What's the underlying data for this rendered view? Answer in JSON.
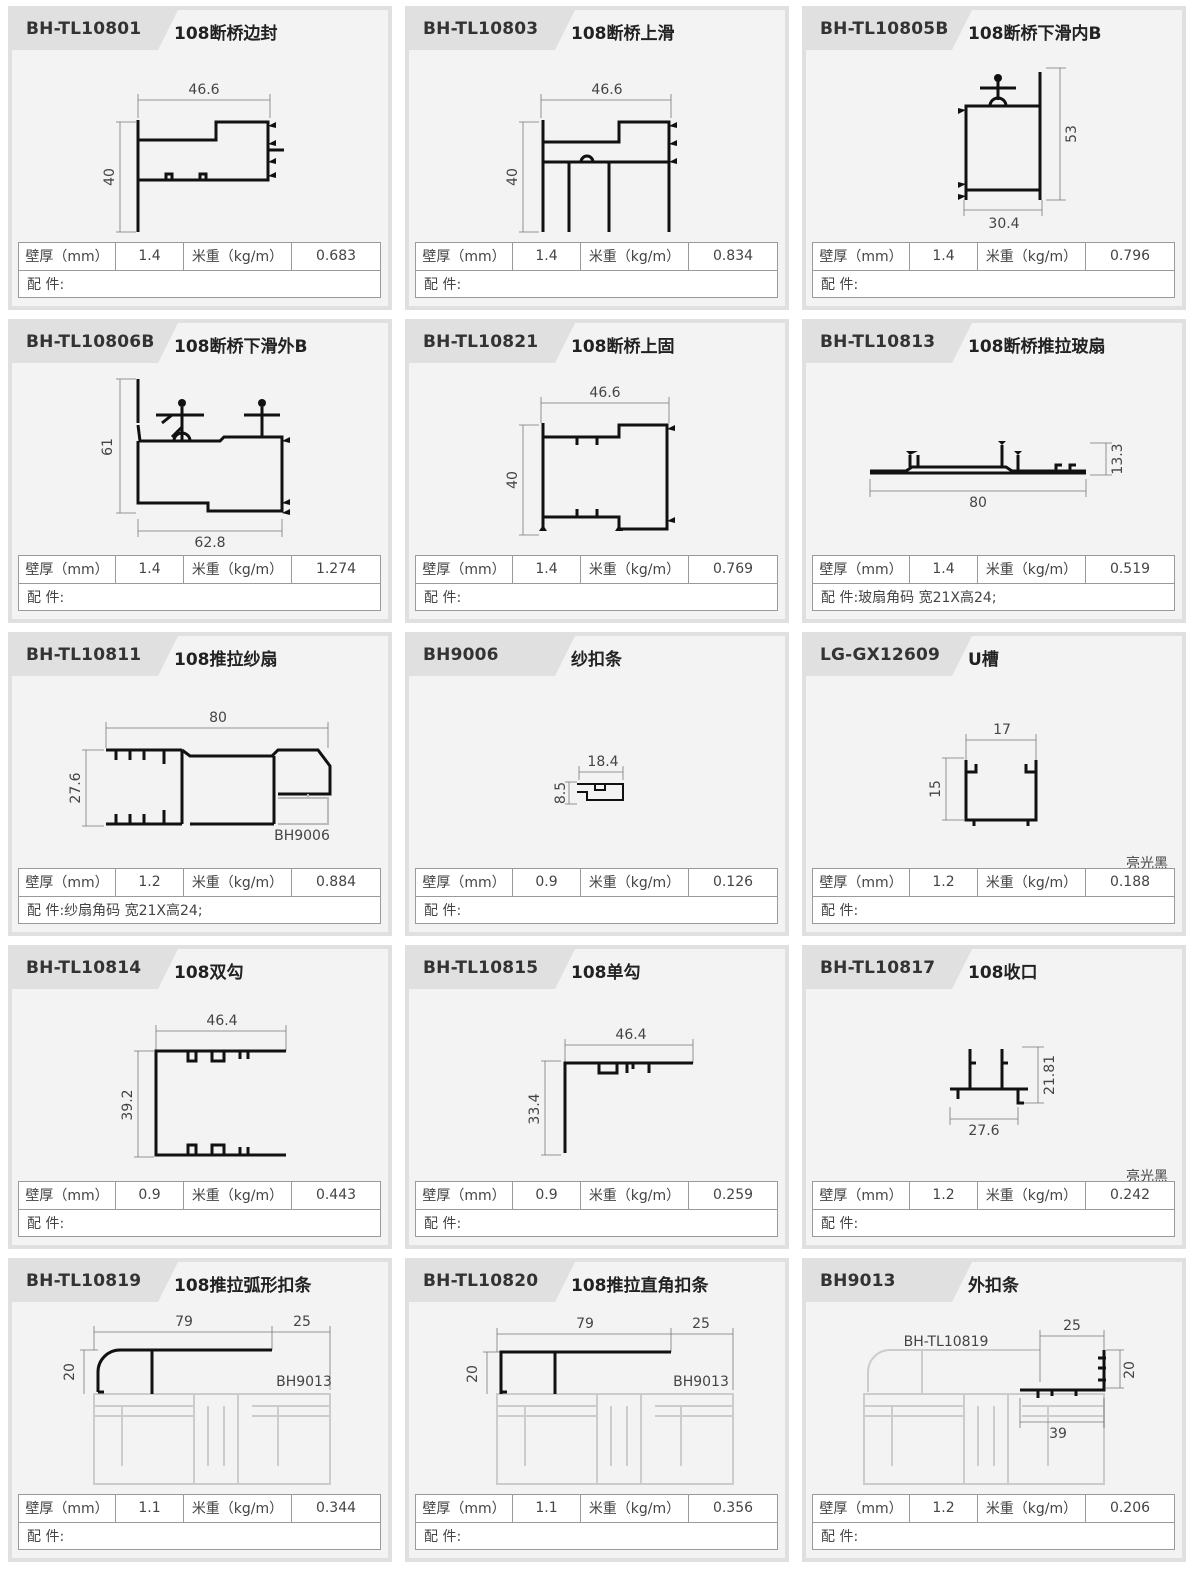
{
  "labels": {
    "thickness": "壁厚（mm）",
    "weight": "米重（kg/m）",
    "accessory": "配 件:"
  },
  "colors": {
    "card_bg": "#f3f3f3",
    "border": "#e0e0e0",
    "drawing": "#111111",
    "ghost": "#cccccc"
  },
  "cards": [
    {
      "code": "BH-TL10801",
      "name": "108断桥边封",
      "thickness": "1.4",
      "weight": "0.683",
      "accessory": "",
      "dims": [
        "46.6",
        "40"
      ]
    },
    {
      "code": "BH-TL10803",
      "name": "108断桥上滑",
      "thickness": "1.4",
      "weight": "0.834",
      "accessory": "",
      "dims": [
        "46.6",
        "40"
      ]
    },
    {
      "code": "BH-TL10805B",
      "name": "108断桥下滑内B",
      "thickness": "1.4",
      "weight": "0.796",
      "accessory": "",
      "dims": [
        "53",
        "30.4"
      ]
    },
    {
      "code": "BH-TL10806B",
      "name": "108断桥下滑外B",
      "thickness": "1.4",
      "weight": "1.274",
      "accessory": "",
      "dims": [
        "61",
        "62.8"
      ]
    },
    {
      "code": "BH-TL10821",
      "name": "108断桥上固",
      "thickness": "1.4",
      "weight": "0.769",
      "accessory": "",
      "dims": [
        "46.6",
        "40"
      ]
    },
    {
      "code": "BH-TL10813",
      "name": "108断桥推拉玻扇",
      "thickness": "1.4",
      "weight": "0.519",
      "accessory": "玻扇角码  宽21X高24;",
      "dims": [
        "13.3",
        "80"
      ]
    },
    {
      "code": "BH-TL10811",
      "name": "108推拉纱扇",
      "thickness": "1.2",
      "weight": "0.884",
      "accessory": "纱扇角码  宽21X高24;",
      "dims": [
        "80",
        "27.6",
        "BH9006"
      ]
    },
    {
      "code": "BH9006",
      "name": "纱扣条",
      "thickness": "0.9",
      "weight": "0.126",
      "accessory": "",
      "dims": [
        "18.4",
        "8.5"
      ]
    },
    {
      "code": "LG-GX12609",
      "name": "U槽",
      "thickness": "1.2",
      "weight": "0.188",
      "accessory": "",
      "dims": [
        "17",
        "15"
      ],
      "note": "亮光黑"
    },
    {
      "code": "BH-TL10814",
      "name": "108双勾",
      "thickness": "0.9",
      "weight": "0.443",
      "accessory": "",
      "dims": [
        "46.4",
        "39.2"
      ]
    },
    {
      "code": "BH-TL10815",
      "name": "108单勾",
      "thickness": "0.9",
      "weight": "0.259",
      "accessory": "",
      "dims": [
        "46.4",
        "33.4"
      ]
    },
    {
      "code": "BH-TL10817",
      "name": "108收口",
      "thickness": "1.2",
      "weight": "0.242",
      "accessory": "",
      "dims": [
        "21.81",
        "27.6"
      ],
      "note": "亮光黑"
    },
    {
      "code": "BH-TL10819",
      "name": "108推拉弧形扣条",
      "thickness": "1.1",
      "weight": "0.344",
      "accessory": "",
      "dims": [
        "79",
        "25",
        "20",
        "BH9013"
      ]
    },
    {
      "code": "BH-TL10820",
      "name": "108推拉直角扣条",
      "thickness": "1.1",
      "weight": "0.356",
      "accessory": "",
      "dims": [
        "79",
        "25",
        "20",
        "BH9013"
      ]
    },
    {
      "code": "BH9013",
      "name": "外扣条",
      "thickness": "1.2",
      "weight": "0.206",
      "accessory": "",
      "dims": [
        "25",
        "20",
        "39",
        "BH-TL10819"
      ]
    }
  ]
}
